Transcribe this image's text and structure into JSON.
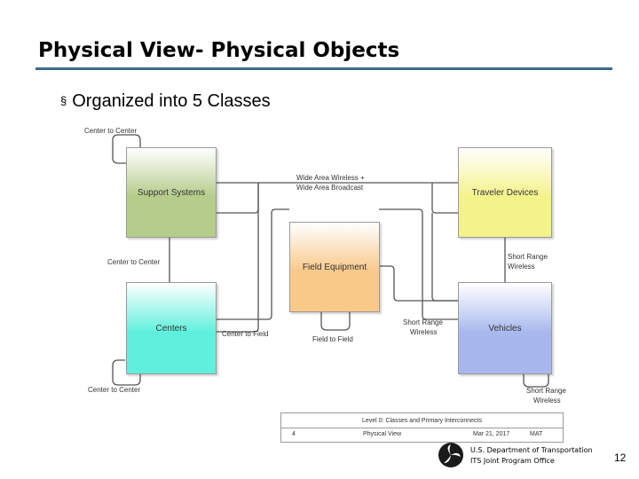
{
  "slide": {
    "title": "Physical View- Physical Objects",
    "bullet_mark": "§",
    "bullet": "Organized into 5 Classes",
    "page_number": "12"
  },
  "diagram": {
    "classes": {
      "support": "Support Systems",
      "traveler": "Traveler Devices",
      "field": "Field Equipment",
      "centers": "Centers",
      "vehicles": "Vehicles"
    },
    "colors": {
      "support": "#b5cc8a",
      "traveler": "#f4f28a",
      "field": "#f9c98a",
      "centers": "#5ef0dc",
      "vehicles": "#a8b8ee"
    },
    "links": {
      "center_to_center_top": "Center to Center",
      "wide_area_1": "Wide Area Wireless +",
      "wide_area_2": "Wide Area Broadcast",
      "center_to_center_mid": "Center to Center",
      "short_range_right_1": "Short Range",
      "short_range_right_2": "Wireless",
      "short_range_mid_1": "Short Range",
      "short_range_mid_2": "Wireless",
      "center_to_field": "Center to Field",
      "field_to_field": "Field to Field",
      "center_to_center_bottom": "Center to Center",
      "short_range_bottom_1": "Short Range",
      "short_range_bottom_2": "Wireless"
    },
    "caption": {
      "title": "Level 0: Classes and Primary Interconnects",
      "number": "4",
      "view": "Physical View",
      "date": "Mar 21, 2017",
      "author": "MAT"
    }
  },
  "footer": {
    "line1": "U.S. Department of Transportation",
    "line2": "ITS Joint Program Office",
    "logo": "usdot-logo-icon"
  }
}
